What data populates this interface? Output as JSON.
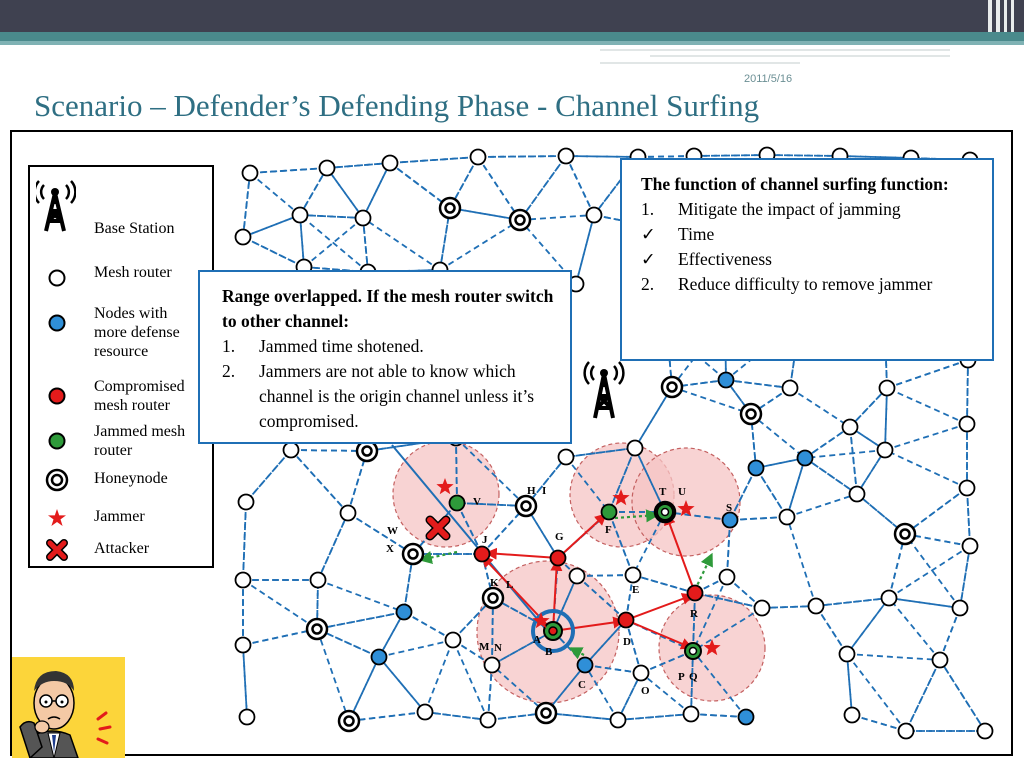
{
  "slide": {
    "date": "2011/5/16",
    "title": "Scenario – Defender’s Defending Phase - Channel Surfing"
  },
  "legend": {
    "items": [
      {
        "label": "Base Station",
        "icon": "base-station-icon"
      },
      {
        "label": "Mesh router",
        "icon": "mesh-router-icon"
      },
      {
        "label": "Nodes with more defense resource",
        "icon": "defense-node-icon"
      },
      {
        "label": "Compromised mesh router",
        "icon": "compromised-router-icon"
      },
      {
        "label": "Jammed mesh router",
        "icon": "jammed-router-icon"
      },
      {
        "label": "Honeynode",
        "icon": "honeynode-icon"
      },
      {
        "label": "Jammer",
        "icon": "jammer-star-icon"
      },
      {
        "label": "Attacker",
        "icon": "attacker-x-icon"
      }
    ]
  },
  "box_function": {
    "heading": "The function of channel surfing function:",
    "items": [
      {
        "marker": "1.",
        "text": "Mitigate the impact of jamming"
      },
      {
        "marker": "✓",
        "text": "Time"
      },
      {
        "marker": "✓",
        "text": "Effectiveness"
      },
      {
        "marker": "2.",
        "text": "Reduce difficulty to remove jammer"
      }
    ]
  },
  "box_range": {
    "heading": "Range overlapped. If the mesh router switch to other channel:",
    "items": [
      {
        "marker": "1.",
        "text": "Jammed time shotened."
      },
      {
        "marker": "2.",
        "text": "Jammers are not able to know which channel is the origin channel unless it’s compromised."
      }
    ]
  },
  "node_labels": [
    "A",
    "B",
    "C",
    "D",
    "E",
    "F",
    "G",
    "H",
    "I",
    "J",
    "K",
    "L",
    "M",
    "N",
    "O",
    "P",
    "Q",
    "R",
    "S",
    "T",
    "U",
    "V",
    "W",
    "X"
  ],
  "colors": {
    "title": "#2f6f83",
    "link": "#1f6fb5",
    "defense_node": "#2f8fd8",
    "compromised": "#e31b1b",
    "jammed": "#2e9a3a",
    "jam_range": "#f6c4c4",
    "attack_arrow": "#e31b1b",
    "channel_switch": "#2e9a3a",
    "cartoon_bg": "#fcd53a"
  }
}
